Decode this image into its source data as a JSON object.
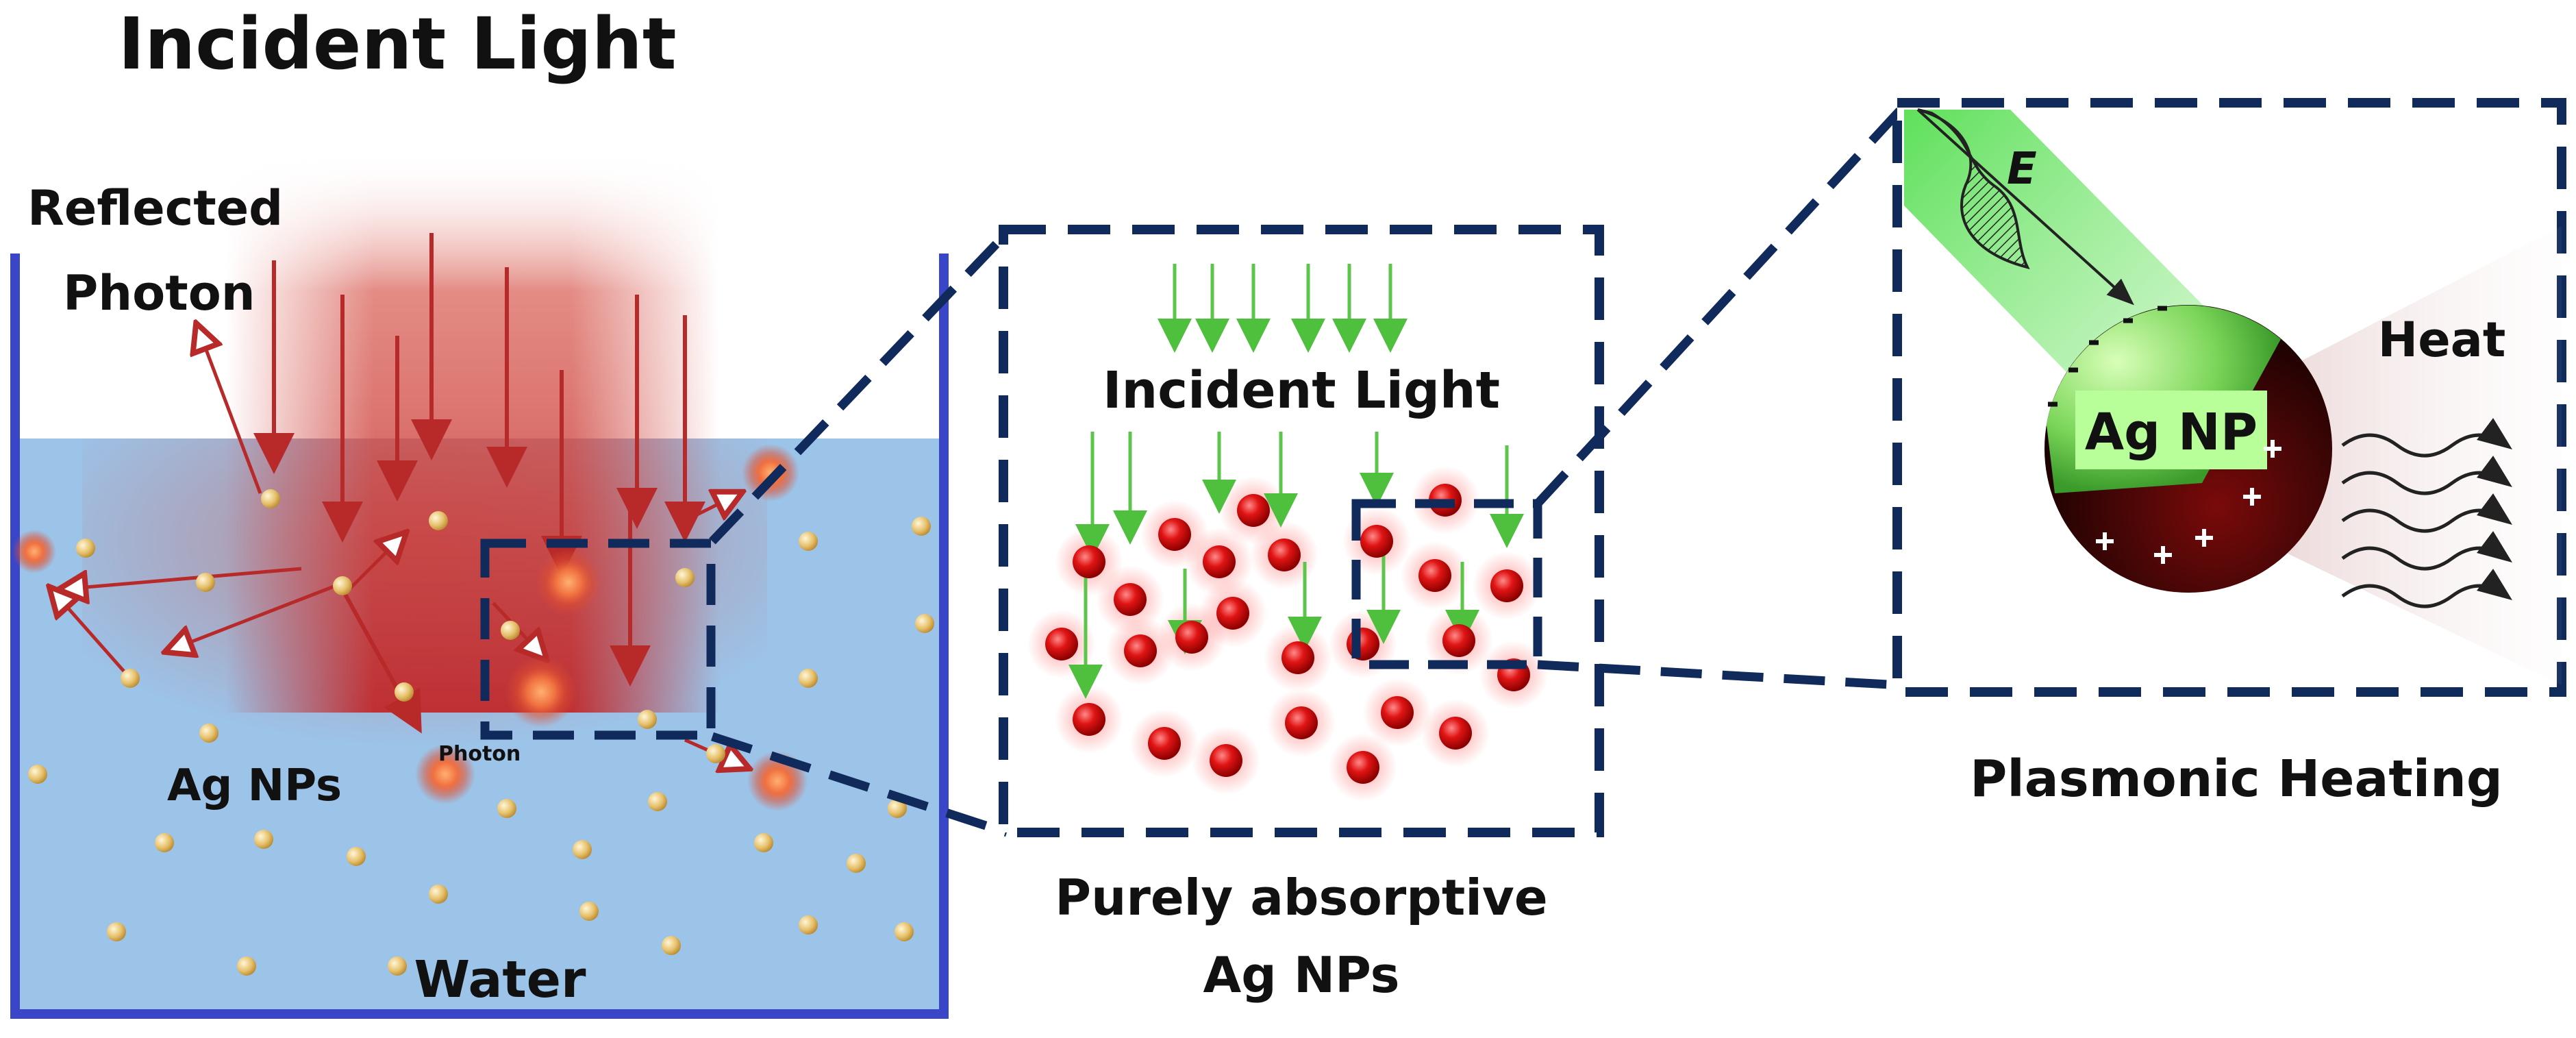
{
  "left_panel": {
    "title": "Incident Light",
    "reflected_label_line1": "Reflected",
    "reflected_label_line2": "Photon",
    "nps_label": "Ag NPs",
    "photon_label": "Photon",
    "water_label": "Water"
  },
  "middle_panel": {
    "incident_label": "Incident Light",
    "caption_line1": "Purely absorptive",
    "caption_line2": "Ag NPs"
  },
  "right_panel": {
    "field_label": "E",
    "particle_label": "Ag NP",
    "heat_label": "Heat",
    "caption": "Plasmonic Heating"
  },
  "colors": {
    "frame_dash": "#102a5c",
    "container_wall": "#3a46c8",
    "water": "#9cc3e8",
    "light_beam": "#c0282a",
    "arrow_green": "#5cc64a",
    "nanoparticle_gold": "#e8c070",
    "nanoparticle_red": "#d01010",
    "sphere_green": "#8ee060",
    "sphere_dark": "#5a0a0a"
  }
}
